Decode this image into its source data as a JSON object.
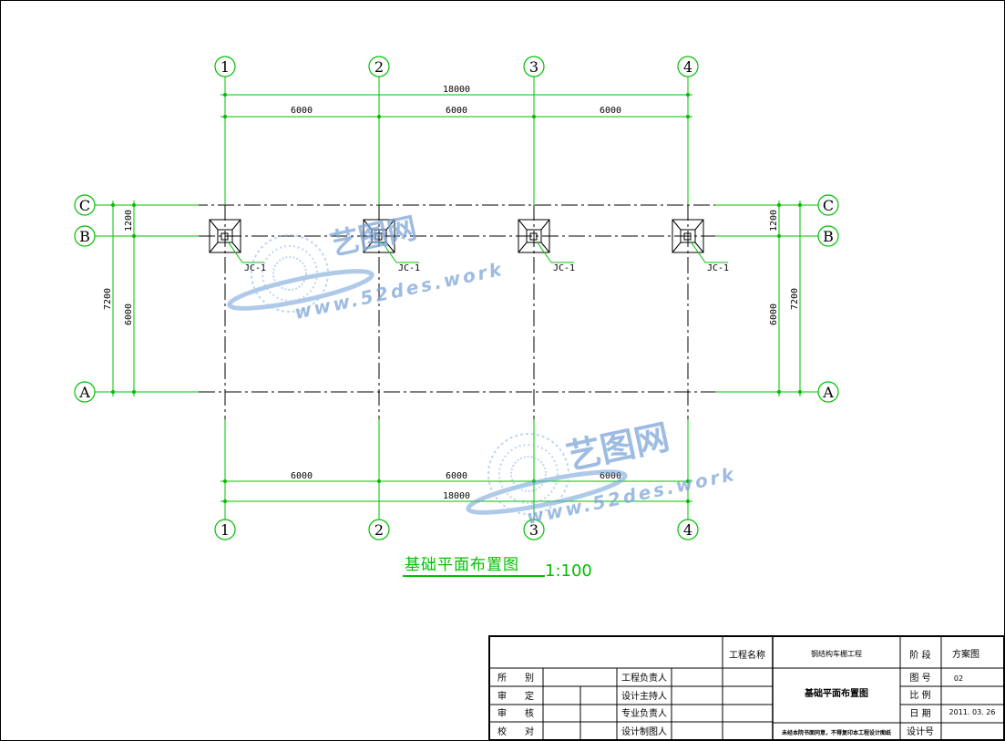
{
  "drawing": {
    "title": "基础平面布置图",
    "scale": "1:100"
  },
  "axes": {
    "vertical_labels": [
      "1",
      "2",
      "3",
      "4"
    ],
    "horizontal_labels": [
      "C",
      "B",
      "A"
    ]
  },
  "dimensions": {
    "overall_top": "18000",
    "spans_top": [
      "6000",
      "6000",
      "6000"
    ],
    "overall_bottom": "18000",
    "spans_bottom": [
      "6000",
      "6000",
      "6000"
    ],
    "left_cb": "1200",
    "left_ba": "6000",
    "left_total": "7200",
    "right_cb": "1200",
    "right_ba": "6000",
    "right_total": "7200"
  },
  "footings": [
    {
      "label": "JC-1"
    },
    {
      "label": "JC-1"
    },
    {
      "label": "JC-1"
    },
    {
      "label": "JC-1"
    }
  ],
  "watermark": {
    "brand": "艺图网",
    "url": "www.52des.work"
  },
  "title_block": {
    "project_name_label": "工程名称",
    "project_name": "钢结构车棚工程",
    "stage_label": "阶 段",
    "stage_value": "方案图",
    "drawing_no_label": "图 号",
    "drawing_no": "02",
    "scale_label": "比 例",
    "scale_value": "",
    "date_label": "日 期",
    "date_value": "2011. 03. 26",
    "design_no_label": "设计号",
    "design_no_value": "",
    "sheet_title": "基础平面布置图",
    "footer_note": "未经本院书面同意，不得复印本工程设计图纸",
    "rows_left": [
      "所　　别",
      "审　　定",
      "审　　核",
      "校　　对"
    ],
    "rows_mid": [
      "工程负责人",
      "设计主持人",
      "专业负责人",
      "设计制图人"
    ]
  },
  "colors": {
    "grid_line": "#000000",
    "dimension_line": "#00c000",
    "text": "#000000",
    "watermark": "#7ea6d8"
  }
}
